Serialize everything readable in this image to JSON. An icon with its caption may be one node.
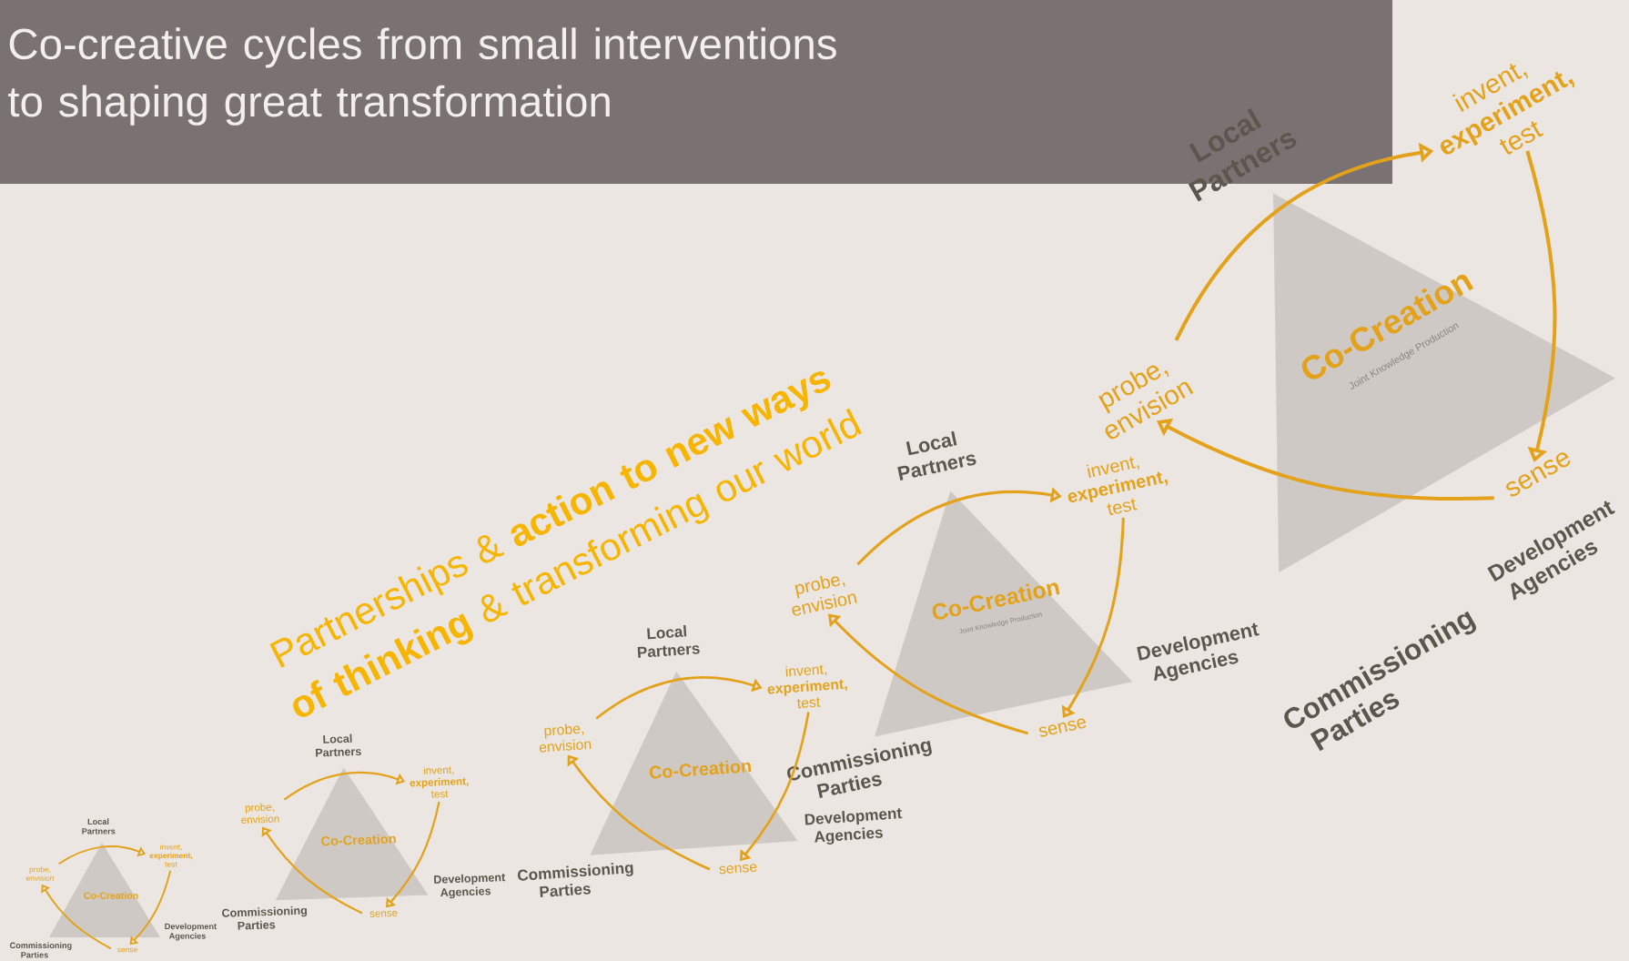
{
  "diagram": {
    "title": "Co-creative cycles from small interventions to shaping great transformation",
    "nodes": [
      {
        "text": [
          "Co-Creation"
        ]
      },
      {
        "text": [
          "probe, envision"
        ]
      },
      {
        "text": [
          "invent, **experiment,** test"
        ]
      },
      {
        "text": [
          "sense"
        ]
      },
      {
        "text": [
          "Co-Creation"
        ]
      },
      {
        "text": [
          "probe, envision"
        ]
      },
      {
        "text": [
          "invent, **experiment,** test"
        ]
      },
      {
        "text": [
          "sense"
        ]
      },
      {
        "text": [
          "Co-Creation"
        ]
      },
      {
        "text": [
          "probe, envision"
        ]
      },
      {
        "text": [
          "invent, **experiment,** test"
        ]
      },
      {
        "text": [
          "sense"
        ]
      },
      {
        "text": [
          "Co-Creation",
          "Joint Knowledge Production"
        ]
      },
      {
        "text": [
          "probe, envision"
        ]
      },
      {
        "text": [
          "invent, **experiment,** test"
        ]
      },
      {
        "text": [
          "sense"
        ]
      },
      {
        "text": [
          "Co-Creation",
          "Joint Knowledge Production"
        ]
      },
      {
        "text": [
          "probe, envision"
        ]
      },
      {
        "text": [
          "invent, **experiment,** test"
        ]
      },
      {
        "text": [
          "sense"
        ]
      }
    ],
    "edges": [
      {
        "from": 1,
        "to": 2,
        "arrow": "to"
      },
      {
        "from": 2,
        "to": 3,
        "arrow": "to"
      },
      {
        "from": 3,
        "to": 1,
        "arrow": "to"
      },
      {
        "from": 5,
        "to": 6,
        "arrow": "to"
      },
      {
        "from": 6,
        "to": 7,
        "arrow": "to"
      },
      {
        "from": 7,
        "to": 5,
        "arrow": "to"
      },
      {
        "from": 9,
        "to": 10,
        "arrow": "to"
      },
      {
        "from": 10,
        "to": 11,
        "arrow": "to"
      },
      {
        "from": 11,
        "to": 9,
        "arrow": "to"
      },
      {
        "from": 13,
        "to": 14,
        "arrow": "to"
      },
      {
        "from": 14,
        "to": 15,
        "arrow": "to"
      },
      {
        "from": 15,
        "to": 13,
        "arrow": "to"
      },
      {
        "from": 17,
        "to": 18,
        "arrow": "to"
      },
      {
        "from": 18,
        "to": 19,
        "arrow": "to"
      },
      {
        "from": 19,
        "to": 17,
        "arrow": "to"
      }
    ],
    "labels": [
      "Partnerships & **action to new ways of thinking** & transforming our world",
      "Local Partners",
      "Commissioning Parties",
      "Development Agencies",
      "Local Partners",
      "Commissioning Parties",
      "Development Agencies",
      "Local Partners",
      "Commissioning Parties",
      "Development Agencies",
      "Local Partners",
      "Commissioning Parties",
      "Development Agencies",
      "Local Partners",
      "Commissioning Parties",
      "Development Agencies"
    ]
  }
}
